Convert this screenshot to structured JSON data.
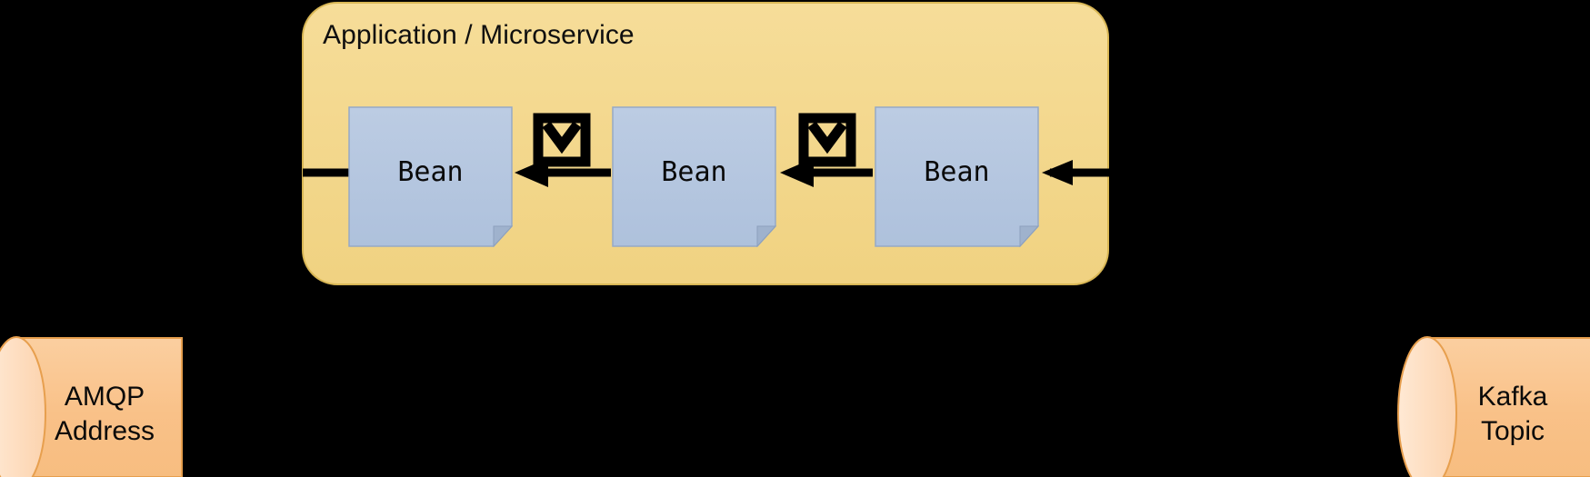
{
  "diagram": {
    "title": "Application / Microservice",
    "background_color": "#000000",
    "container": {
      "label": "Application / Microservice",
      "fill": "#f4d98b",
      "stroke": "#d8b24a",
      "shape": "rounded-rectangle"
    },
    "beans": [
      {
        "label": "Bean",
        "position": "left"
      },
      {
        "label": "Bean",
        "position": "center"
      },
      {
        "label": "Bean",
        "position": "right"
      }
    ],
    "bean_style": {
      "fill": "#b4c6e0",
      "stroke": "#8fa6c6",
      "shape": "note-folded-corner"
    },
    "messages": [
      {
        "icon": "envelope-icon",
        "between": "bean-left-and-bean-center"
      },
      {
        "icon": "envelope-icon",
        "between": "bean-center-and-bean-right"
      }
    ],
    "arrows": [
      {
        "name": "arrow-kafka-to-bean-right",
        "direction": "left"
      },
      {
        "name": "arrow-bean-right-to-bean-center",
        "direction": "left"
      },
      {
        "name": "arrow-bean-center-to-bean-left",
        "direction": "left"
      },
      {
        "name": "arrow-bean-left-to-amqp",
        "direction": "left"
      }
    ],
    "arrow_color": "#000000",
    "endpoints": [
      {
        "name": "amqp-address",
        "label": "AMQP\nAddress",
        "shape": "cylinder",
        "fill": "#f8c48a",
        "cap_fill": "#fde1c4",
        "stroke": "#e8a254",
        "side": "left"
      },
      {
        "name": "kafka-topic",
        "label": "Kafka\nTopic",
        "shape": "cylinder",
        "fill": "#f8c48a",
        "cap_fill": "#fde1c4",
        "stroke": "#e8a254",
        "side": "right"
      }
    ]
  }
}
